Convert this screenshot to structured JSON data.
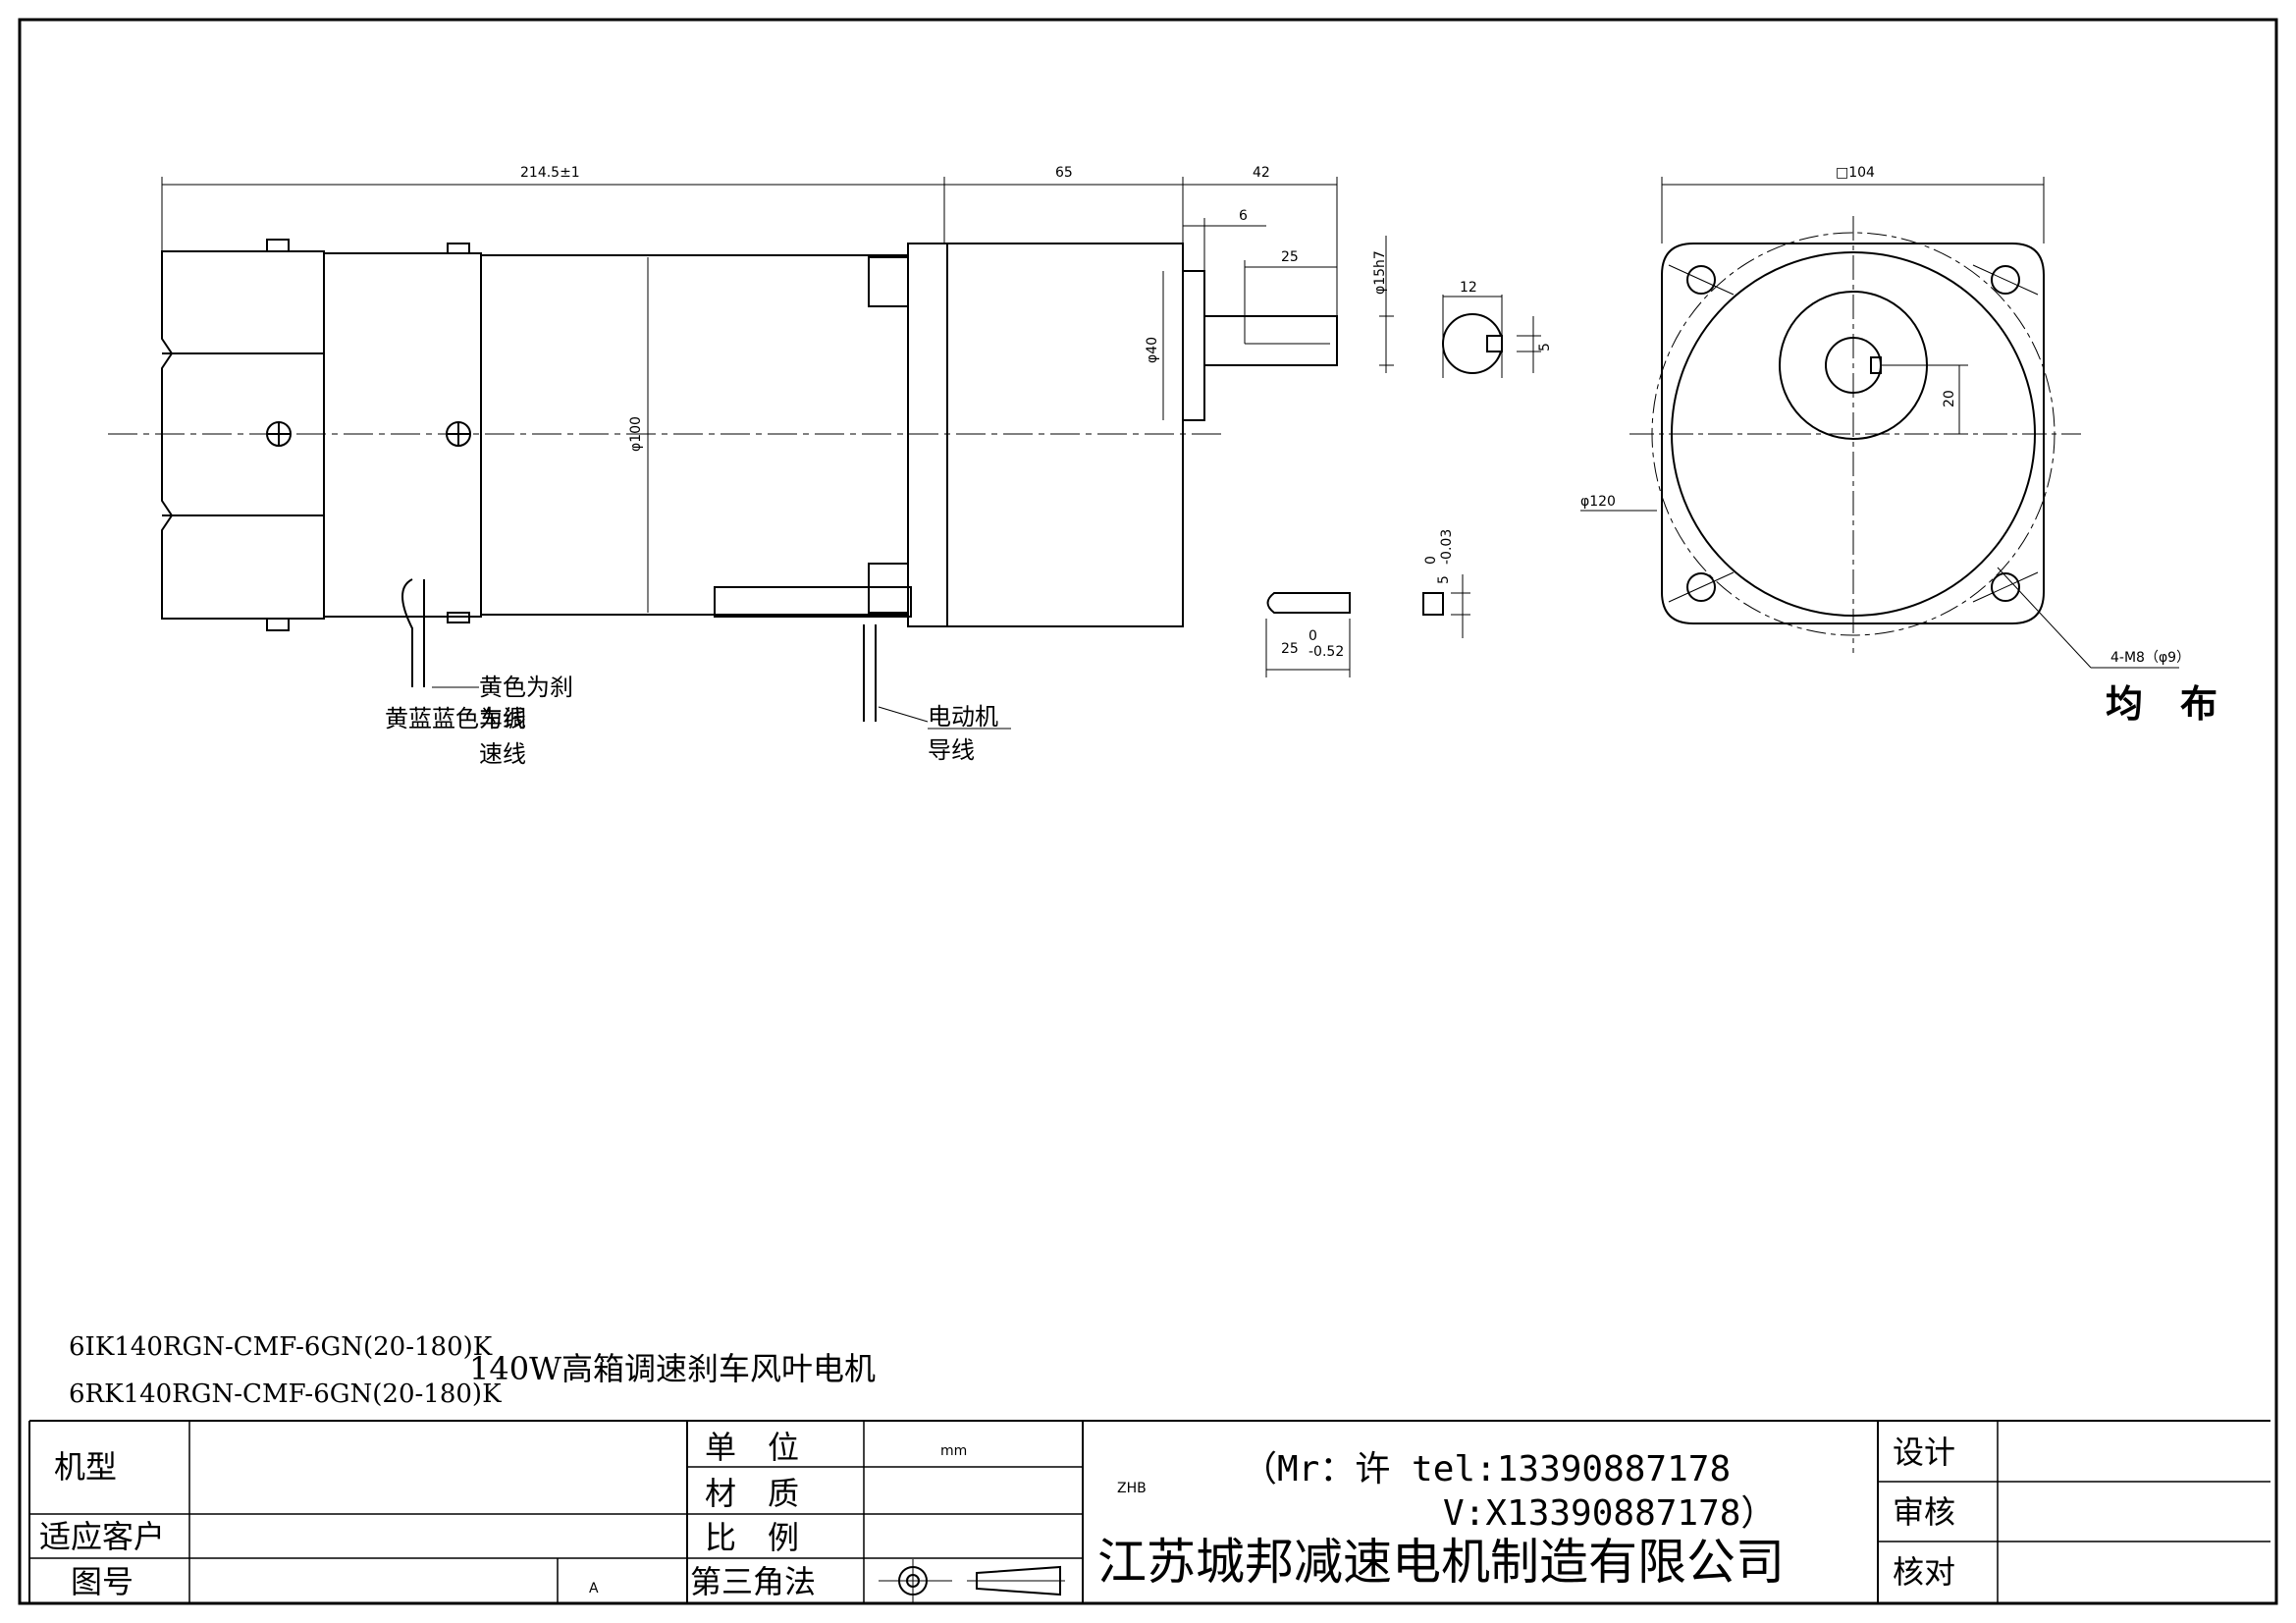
{
  "dimensions": {
    "overall_length": "214.5±1",
    "gearbox_length": "65",
    "shaft_length": "42",
    "shaft_step": "6",
    "key_length": "25",
    "shaft_diameter": "φ15h7",
    "pilot_diameter": "φ40",
    "body_diameter": "φ100",
    "shaft_flat": "12",
    "key_width": "5",
    "flange_square": "□104",
    "shaft_offset": "20",
    "bolt_circle": "φ120",
    "holes": "4-M8（φ9）",
    "holes_note": "均　布",
    "key_height": "5",
    "key_height_tol_upper": "0",
    "key_height_tol_lower": "-0.03",
    "key_len_value": "25",
    "key_len_tol_upper": "0",
    "key_len_tol_lower": "-0.52"
  },
  "wire_labels": {
    "brake_line1": "黄色为刹",
    "brake_line2": "车线",
    "speed_overlap": "黄蓝蓝色为调",
    "speed_line2": "速线",
    "motor_line1": "电动机",
    "motor_line2": "导线"
  },
  "title_block": {
    "model_1": "6IK140RGN-CMF-6GN(20-180)K",
    "model_2": "6RK140RGN-CMF-6GN(20-180)K",
    "description": "140W高箱调速刹车风叶电机",
    "label_model": "机型",
    "label_customer": "适应客户",
    "label_drawing_no": "图号",
    "drawing_no_value": "A",
    "label_unit": "单　位",
    "unit_value": "mm",
    "label_material": "材　质",
    "label_scale": "比　例",
    "label_projection": "第三角法",
    "brand": "ZHB",
    "contact_1": "（Mr：许 tel:13390887178",
    "contact_2": "V:X13390887178）",
    "company": "江苏城邦减速电机制造有限公司",
    "label_design": "设计",
    "label_review": "审核",
    "label_check": "核对"
  }
}
